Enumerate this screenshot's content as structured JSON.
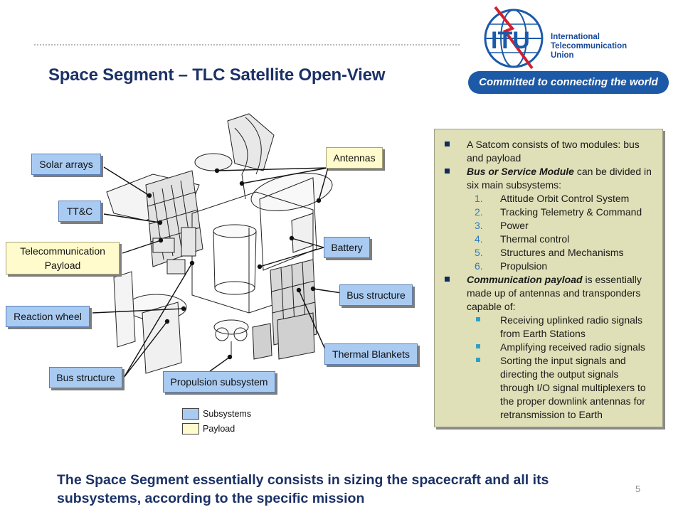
{
  "slide": {
    "title": "Space Segment – TLC Satellite Open-View",
    "page_number": "5",
    "bottom_text_line1": "The Space Segment essentially consists in sizing the spacecraft and all its",
    "bottom_text_line2": "subsystems, according to the specific mission"
  },
  "logo": {
    "emblem": "ITU",
    "name_line1": "International",
    "name_line2": "Telecommunication",
    "name_line3": "Union",
    "tagline": "Committed to connecting the world",
    "colors": {
      "blue": "#1c5aa8",
      "red": "#d3202f"
    }
  },
  "diagram": {
    "labels": {
      "solar_arrays": "Solar arrays",
      "ttc": "TT&C",
      "telecom_payload_line1": "Telecommunication",
      "telecom_payload_line2": "Payload",
      "reaction_wheel": "Reaction wheel",
      "bus_structure_left": "Bus structure",
      "propulsion_subsystem": "Propulsion subsystem",
      "antennas": "Antennas",
      "battery": "Battery",
      "bus_structure_right": "Bus structure",
      "thermal_blankets": "Thermal Blankets"
    },
    "legend": {
      "subsystems": "Subsystems",
      "payload": "Payload",
      "subsystem_color": "#a9cbf2",
      "payload_color": "#fffbcc"
    }
  },
  "panel": {
    "b1_line1": "A Satcom consists of  two modules: bus",
    "b1_line2": "and payload",
    "b2_bold": "Bus or Service Module",
    "b2_rest": " can be divided in",
    "b2_line2": "six main subsystems:",
    "subsystems": [
      {
        "num": "1.",
        "text": "Attitude Orbit Control System"
      },
      {
        "num": "2.",
        "text": "Tracking Telemetry & Command"
      },
      {
        "num": "3.",
        "text": "Power"
      },
      {
        "num": "4.",
        "text": "Thermal control"
      },
      {
        "num": "5.",
        "text": "Structures and Mechanisms"
      },
      {
        "num": "6.",
        "text": "Propulsion"
      }
    ],
    "b3_bold": "Communication payload",
    "b3_rest": " is essentially",
    "b3_line2": "made up of antennas and transponders",
    "b3_line3": "capable of:",
    "c1_line1": "Receiving uplinked radio signals",
    "c1_line2": "from Earth Stations",
    "c2_line1": "Amplifying received radio signals",
    "c3_line1": "Sorting the input signals and",
    "c3_line2": "directing the output signals",
    "c3_line3": "through I/O signal multiplexers to",
    "c3_line4": "the proper downlink antennas for",
    "c3_line5": "retransmission to Earth"
  }
}
